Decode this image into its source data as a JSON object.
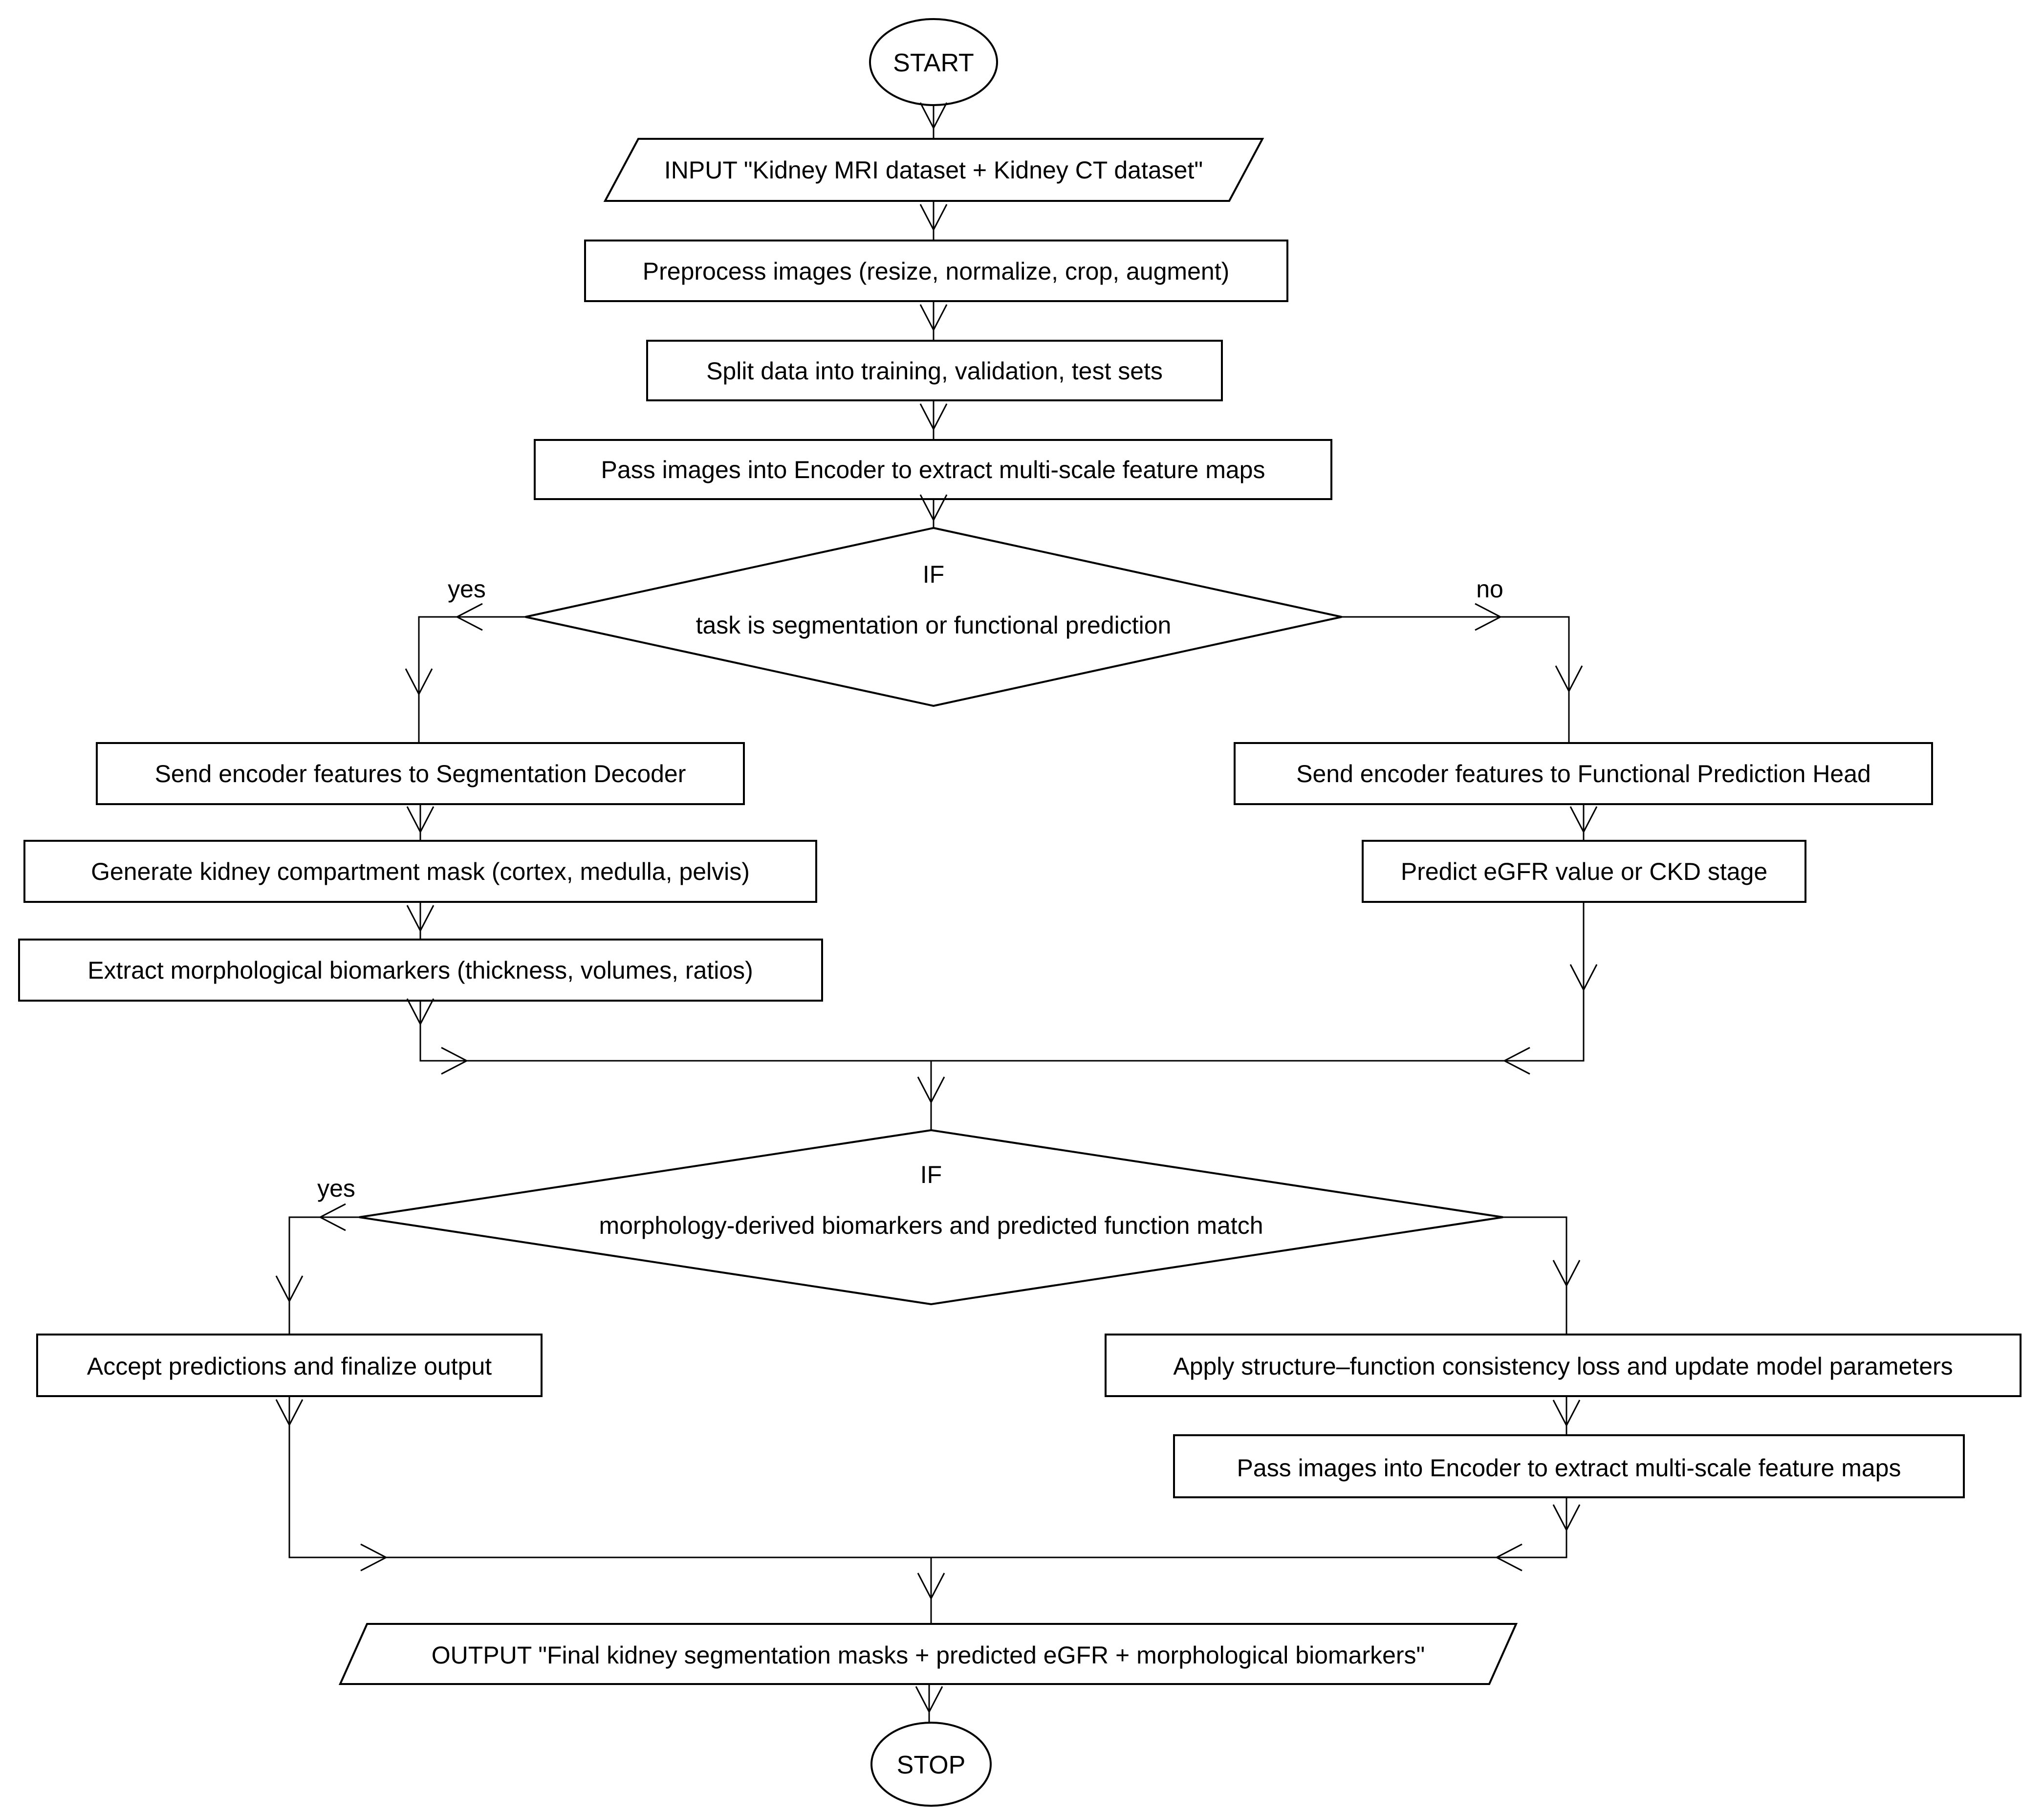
{
  "flowchart": {
    "nodes": {
      "start": "START",
      "input": "INPUT \"Kidney MRI dataset + Kidney CT dataset\"",
      "preprocess": "Preprocess images (resize, normalize, crop, augment)",
      "split": "Split data into training, validation, test sets",
      "encode": "Pass images into Encoder to extract multi-scale feature maps",
      "decision_task": {
        "keyword": "IF",
        "condition": "task is segmentation or functional prediction"
      },
      "seg_decoder": "Send encoder features to Segmentation Decoder",
      "gen_mask": "Generate kidney compartment mask (cortex, medulla, pelvis)",
      "extract_biomarkers": "Extract morphological biomarkers (thickness, volumes, ratios)",
      "func_head": "Send encoder features to Functional Prediction Head",
      "predict": "Predict eGFR value or CKD stage",
      "decision_match": {
        "keyword": "IF",
        "condition": "morphology-derived biomarkers and predicted function match"
      },
      "accept": "Accept predictions and finalize output",
      "consistency_loss": "Apply structure–function consistency loss and update model parameters",
      "encode_again": "Pass images into Encoder to extract multi-scale feature maps",
      "output": "OUTPUT \"Final kidney segmentation masks + predicted eGFR + morphological biomarkers\"",
      "stop": "STOP"
    },
    "branch_labels": {
      "task_yes": "yes",
      "task_no": "no",
      "match_yes": "yes"
    },
    "colors": {
      "stroke": "#000000",
      "background": "#ffffff"
    }
  }
}
